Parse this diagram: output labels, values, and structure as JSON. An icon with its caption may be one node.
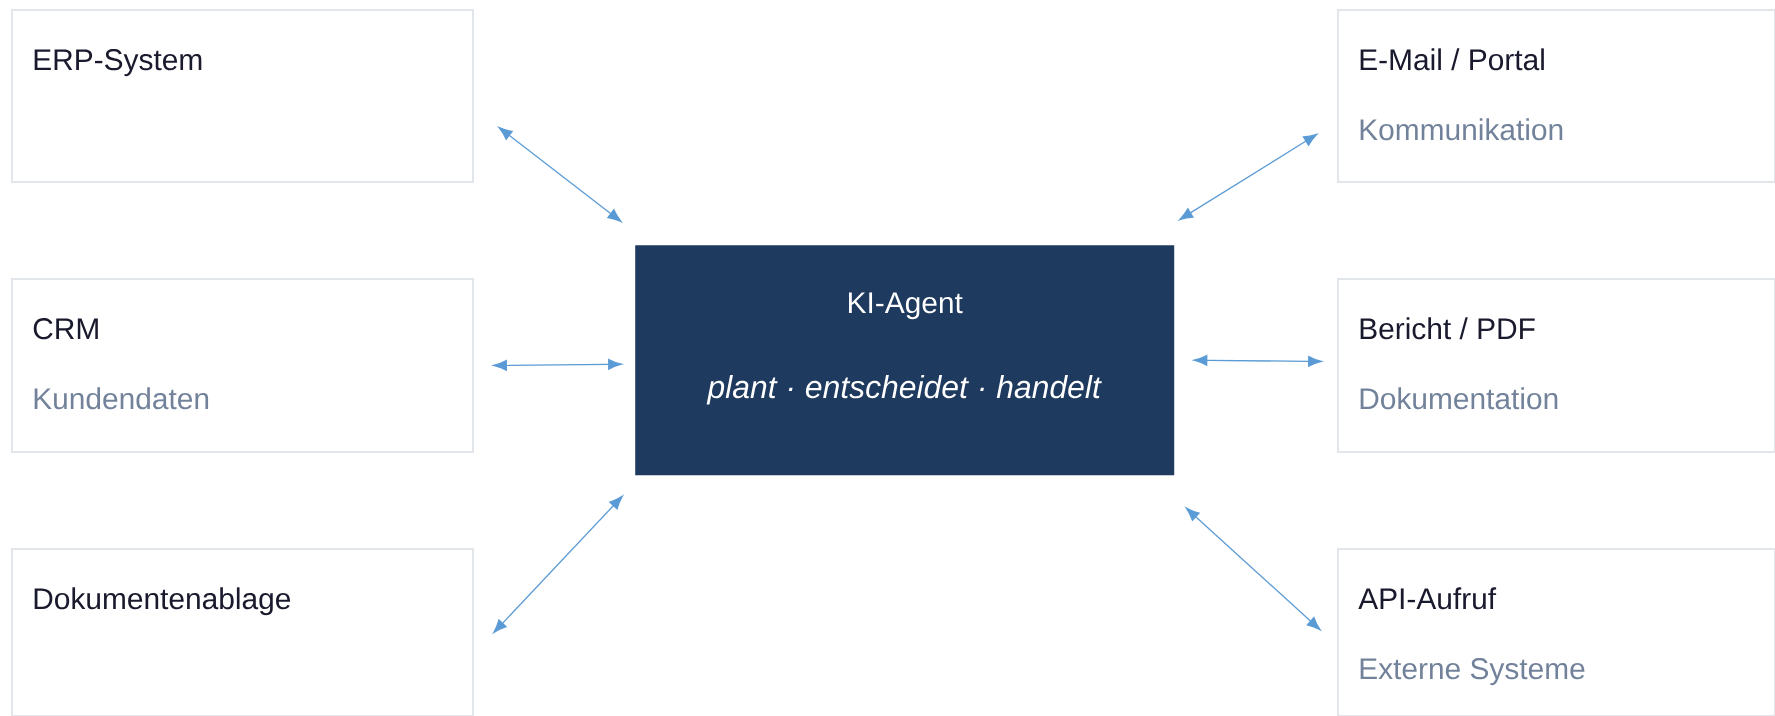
{
  "diagram": {
    "nodes": [
      {
        "text": [
          "ERP-System"
        ]
      },
      {
        "text": [
          "E-Mail / Portal",
          "Kommunikation"
        ]
      },
      {
        "text": [
          "CRM",
          "Kundendaten"
        ]
      },
      {
        "text": [
          "KI-Agent",
          "*plant · entscheidet · handelt*"
        ]
      },
      {
        "text": [
          "Bericht / PDF",
          "Dokumentation"
        ]
      },
      {
        "text": [
          "Dokumentenablage"
        ]
      },
      {
        "text": [
          "API-Aufruf",
          "Externe Systeme"
        ]
      }
    ],
    "edges": [
      {
        "from": 3,
        "to": 0,
        "arrow": "both"
      },
      {
        "from": 3,
        "to": 1,
        "arrow": "both"
      },
      {
        "from": 3,
        "to": 2,
        "arrow": "both"
      },
      {
        "from": 3,
        "to": 4,
        "arrow": "both"
      },
      {
        "from": 3,
        "to": 5,
        "arrow": "both"
      },
      {
        "from": 3,
        "to": 6,
        "arrow": "both"
      }
    ]
  }
}
